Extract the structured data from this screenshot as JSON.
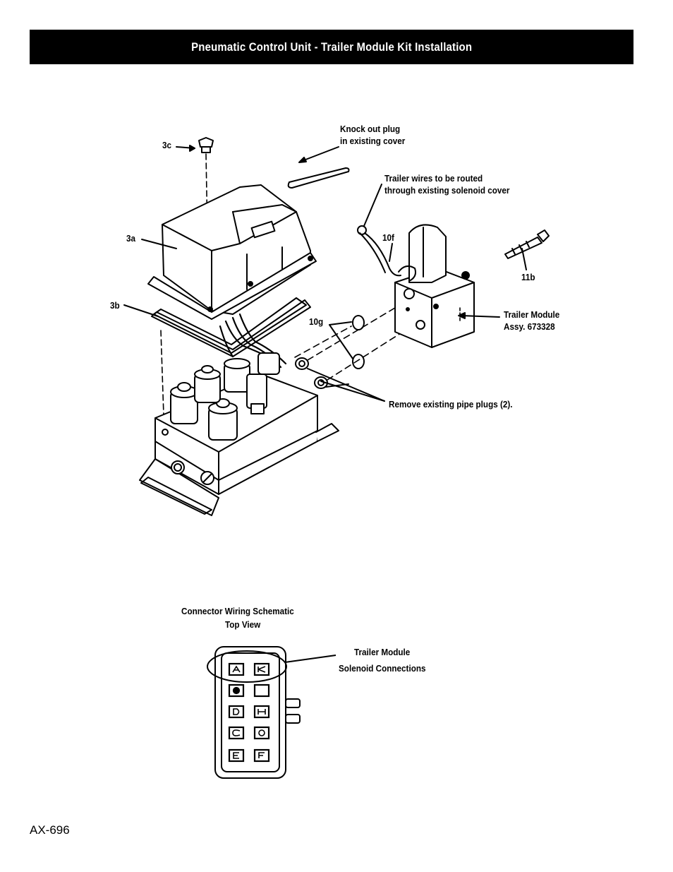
{
  "header": {
    "title": "Pneumatic Control Unit - Trailer Module Kit Installation"
  },
  "diagram": {
    "labels": {
      "part_3c": "3c",
      "knockout_line1": "Knock out plug",
      "knockout_line2": "in existing cover",
      "trailer_wires_line1": "Trailer wires to be routed",
      "trailer_wires_line2": "through existing solenoid cover",
      "part_3a": "3a",
      "part_10f": "10f",
      "part_11b": "11b",
      "part_3b": "3b",
      "trailer_module_line1": "Trailer Module",
      "trailer_module_line2": "Assy. 673328",
      "part_10g": "10g",
      "remove_plugs": "Remove existing pipe plugs (2)."
    }
  },
  "schematic": {
    "title_line1": "Connector Wiring Schematic",
    "title_line2": "Top View",
    "callout_line1": "Trailer Module",
    "callout_line2": "Solenoid Connections"
  },
  "footer": {
    "doc_number": "AX-696"
  }
}
